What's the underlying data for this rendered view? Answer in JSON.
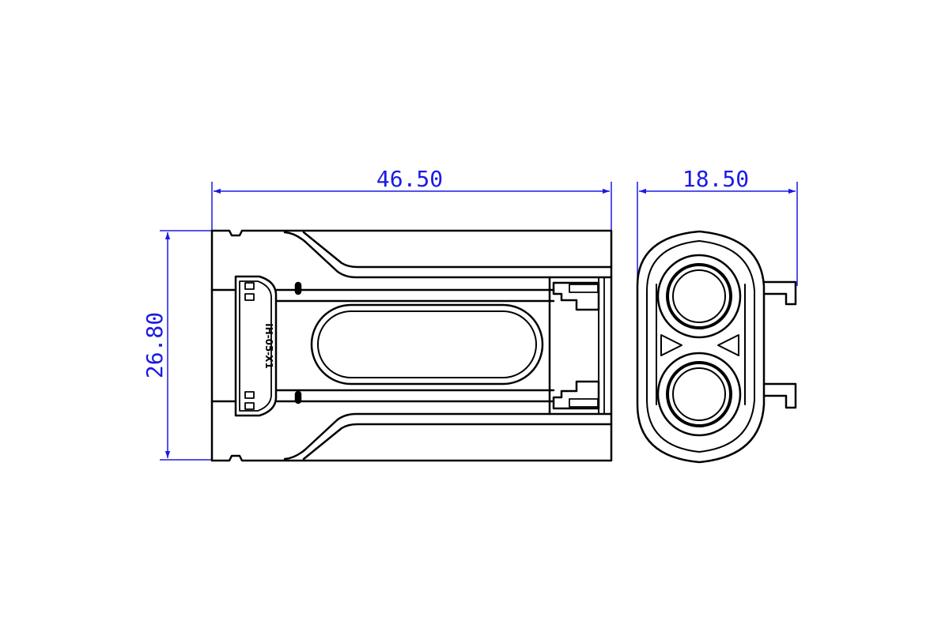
{
  "colors": {
    "outline": "#000000",
    "dimension": "#1a1ae6",
    "background": "#ffffff"
  },
  "dimensions": {
    "top_view_length": "46.50",
    "end_view_width": "18.50",
    "height": "26.80"
  },
  "engraving": "IH-05-X1"
}
